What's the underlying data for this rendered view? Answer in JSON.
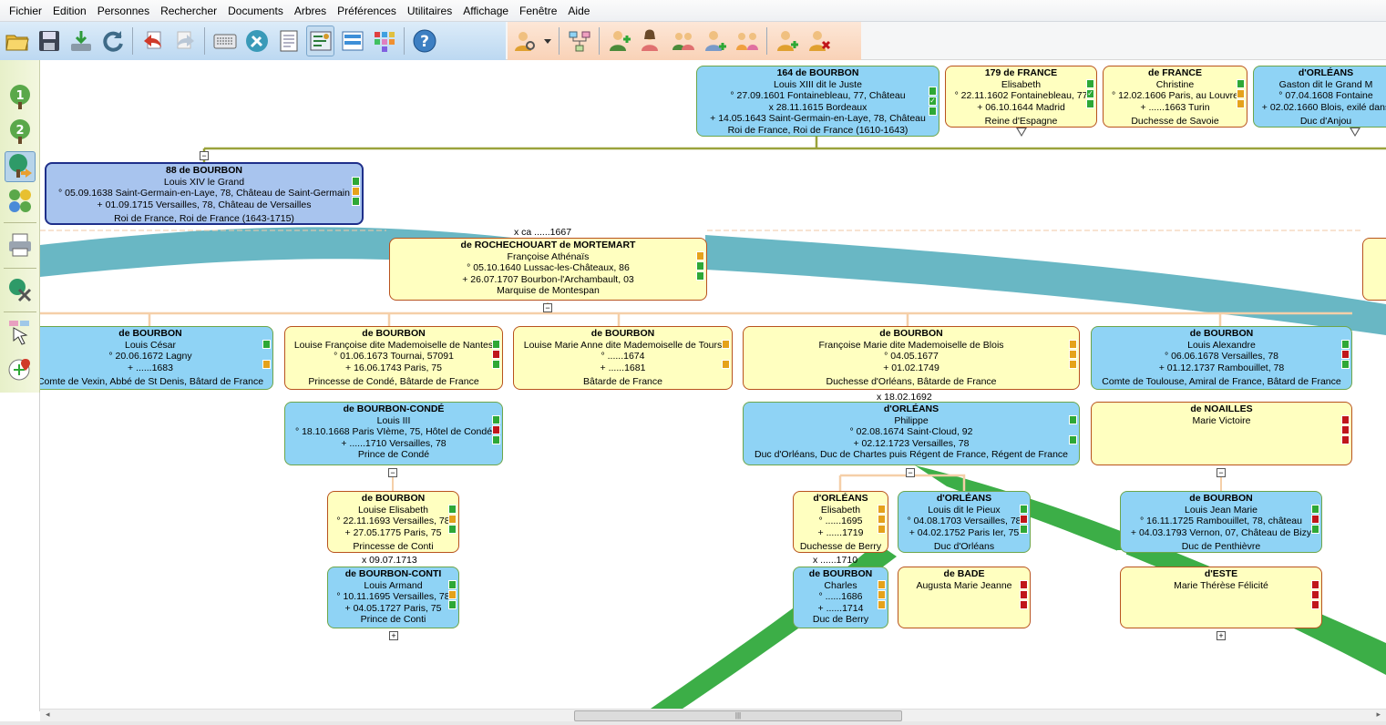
{
  "menu": [
    "Fichier",
    "Edition",
    "Personnes",
    "Rechercher",
    "Documents",
    "Arbres",
    "Préférences",
    "Utilitaires",
    "Affichage",
    "Fenêtre",
    "Aide"
  ],
  "toolbar": {
    "blue_icons": [
      "open-folder-icon",
      "save-icon",
      "import-icon",
      "refresh-icon",
      "undo-icon",
      "redo-icon",
      "keyboard-icon",
      "tools-icon",
      "notes-icon",
      "settings-panel-icon",
      "layout-icon",
      "colors-icon",
      "help-icon"
    ],
    "orange_icons": [
      "search-person-icon",
      "dropdown-arrow-icon",
      "tree-view-icon",
      "add-father-icon",
      "add-mother-icon",
      "add-parents-icon",
      "add-spouse-icon",
      "add-child-icon",
      "add-person-icon",
      "delete-person-icon"
    ]
  },
  "sidebar": {
    "icons": [
      "tree-1-icon",
      "tree-2-icon",
      "tree-back-icon",
      "family-icon",
      "print-icon",
      "tree-tools-icon",
      "pointer-icon",
      "map-icon"
    ],
    "labels": [
      "1",
      "2"
    ]
  },
  "cards": {
    "louis13": {
      "surname": "164 de BOURBON",
      "given": "Louis XIII dit le Juste",
      "birth": "° 27.09.1601 Fontainebleau, 77, Château",
      "marriage": "x 28.11.1615 Bordeaux",
      "death": "+ 14.05.1643 Saint-Germain-en-Laye, 78, Château",
      "title": "Roi de France, Roi de France (1610-1643)"
    },
    "elisabeth": {
      "surname": "179 de FRANCE",
      "given": "Elisabeth",
      "birth": "° 22.11.1602 Fontainebleau, 77",
      "death": "+ 06.10.1644 Madrid",
      "title": "Reine d'Espagne"
    },
    "christine": {
      "surname": "de FRANCE",
      "given": "Christine",
      "birth": "° 12.02.1606 Paris, au Louvre",
      "death": "+ ......1663 Turin",
      "title": "Duchesse de Savoie"
    },
    "gaston": {
      "surname": "d'ORLÉANS",
      "given": "Gaston dit le Grand M",
      "birth": "° 07.04.1608 Fontaine",
      "death": "+ 02.02.1660 Blois, exilé dans",
      "title": "Duc d'Anjou"
    },
    "louis14": {
      "surname": "88 de BOURBON",
      "given": "Louis XIV le Grand",
      "birth": "° 05.09.1638 Saint-Germain-en-Laye, 78, Château de Saint-Germain",
      "death": "+ 01.09.1715 Versailles, 78, Château de Versailles",
      "title": "Roi de France, Roi de France (1643-1715)"
    },
    "montespan": {
      "surname": "de ROCHECHOUART de MORTEMART",
      "given": "Françoise Athénaïs",
      "birth": "° 05.10.1640 Lussac-les-Châteaux, 86",
      "death": "+ 26.07.1707 Bourbon-l'Archambault, 03",
      "title": "Marquise de Montespan"
    },
    "louiscesar": {
      "surname": "de BOURBON",
      "given": "Louis César",
      "birth": "° 20.06.1672 Lagny",
      "death": "+ ......1683",
      "title": "Comte de Vexin, Abbé de St Denis, Bâtard de France"
    },
    "nantes": {
      "surname": "de BOURBON",
      "given": "Louise Françoise dite Mademoiselle de Nantes",
      "birth": "° 01.06.1673 Tournai, 57091",
      "death": "+ 16.06.1743 Paris, 75",
      "title": "Princesse de Condé, Bâtarde de France"
    },
    "tours": {
      "surname": "de BOURBON",
      "given": "Louise Marie Anne dite Mademoiselle de Tours",
      "birth": "° ......1674",
      "death": "+ ......1681",
      "title": "Bâtarde de France"
    },
    "blois": {
      "surname": "de BOURBON",
      "given": "Françoise Marie dite Mademoiselle de Blois",
      "birth": "° 04.05.1677",
      "death": "+ 01.02.1749",
      "title": "Duchesse d'Orléans, Bâtarde de France"
    },
    "toulouse": {
      "surname": "de BOURBON",
      "given": "Louis Alexandre",
      "birth": "° 06.06.1678 Versailles, 78",
      "death": "+ 01.12.1737 Rambouillet, 78",
      "title": "Comte de Toulouse, Amiral de France, Bâtard de France"
    },
    "conde": {
      "surname": "de BOURBON-CONDÉ",
      "given": "Louis III",
      "birth": "° 18.10.1668 Paris VIème, 75, Hôtel de Condé",
      "death": "+ ......1710 Versailles, 78",
      "title": "Prince de Condé"
    },
    "philippe": {
      "surname": "d'ORLÉANS",
      "given": "Philippe",
      "birth": "° 02.08.1674 Saint-Cloud, 92",
      "death": "+ 02.12.1723 Versailles, 78",
      "title": "Duc d'Orléans, Duc de Chartes puis Régent de France, Régent de France"
    },
    "noailles": {
      "surname": "de NOAILLES",
      "given": "Marie Victoire"
    },
    "louiseelisabeth": {
      "surname": "de BOURBON",
      "given": "Louise Elisabeth",
      "birth": "° 22.11.1693 Versailles, 78",
      "death": "+ 27.05.1775 Paris, 75",
      "title": "Princesse de Conti"
    },
    "berryelisabeth": {
      "surname": "d'ORLÉANS",
      "given": "Elisabeth",
      "birth": "° ......1695",
      "death": "+ ......1719",
      "title": "Duchesse de Berry"
    },
    "louispieux": {
      "surname": "d'ORLÉANS",
      "given": "Louis dit le Pieux",
      "birth": "° 04.08.1703 Versailles, 78",
      "death": "+ 04.02.1752 Paris Ier, 75",
      "title": "Duc d'Orléans"
    },
    "penthievre": {
      "surname": "de BOURBON",
      "given": "Louis Jean Marie",
      "birth": "° 16.11.1725 Rambouillet, 78, château",
      "death": "+ 04.03.1793 Vernon, 07, Château de Bizy",
      "title": "Duc de Penthièvre"
    },
    "conti": {
      "surname": "de BOURBON-CONTI",
      "given": "Louis Armand",
      "birth": "° 10.11.1695 Versailles, 78",
      "death": "+ 04.05.1727 Paris, 75",
      "title": "Prince de Conti"
    },
    "charles": {
      "surname": "de BOURBON",
      "given": "Charles",
      "birth": "° ......1686",
      "death": "+ ......1714",
      "title": "Duc de Berry"
    },
    "bade": {
      "surname": "de BADE",
      "given": "Augusta Marie Jeanne"
    },
    "este": {
      "surname": "d'ESTE",
      "given": "Marie Thérèse Félicité"
    }
  },
  "unions": {
    "montespan": "x ca ......1667",
    "blois": "x 18.02.1692",
    "conti": "x 09.07.1713",
    "berry": "x ......1710"
  },
  "toggles": {
    "minus": "−",
    "plus": "+"
  },
  "scrollbar": {
    "grip": "|||",
    "left": "◂",
    "right": "▸"
  },
  "colors": {
    "male_card": "#8fd3f5",
    "female_card": "#ffffc0",
    "root_card": "#a8c4ee",
    "ribbon_teal": "#69b7c4",
    "ribbon_green": "#3cae47",
    "line_olive": "#9aa23b",
    "line_peach": "#f5cfa8"
  }
}
